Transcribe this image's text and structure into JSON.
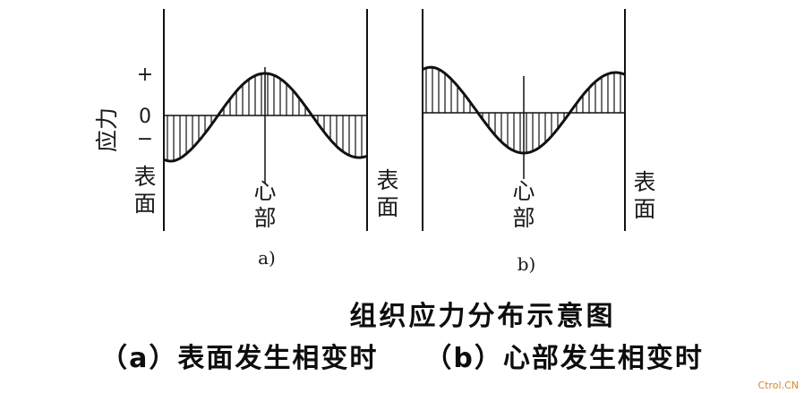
{
  "labels": {
    "stress_axis": "应力",
    "plus": "+",
    "zero": "0",
    "minus": "−",
    "surface_chars": [
      "表",
      "面"
    ],
    "core_chars": [
      "心",
      "部"
    ],
    "panel_a": "a)",
    "panel_b": "b)"
  },
  "captions": {
    "title": "组织应力分布示意图",
    "case_a": "（a）表面发生相变时",
    "case_b": "（b）心部发生相变时"
  },
  "watermark": "Ctrol.CN",
  "colors": {
    "ink": "#111111",
    "credit": "#d08a2a"
  }
}
